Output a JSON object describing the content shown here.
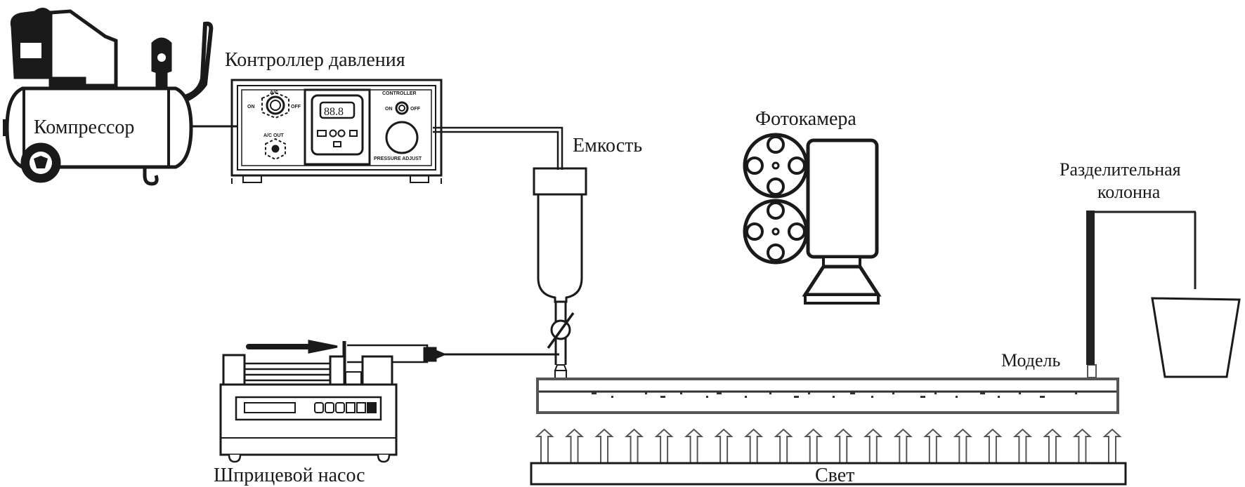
{
  "diagram": {
    "labels": {
      "compressor": "Компрессор",
      "pressure_controller": "Контроллер давления",
      "reservoir": "Емкость",
      "camera": "Фотокамера",
      "separation_column_line1": "Разделительная",
      "separation_column_line2": "колонна",
      "model": "Модель",
      "syringe_pump": "Шприцевой насос",
      "light": "Свет"
    },
    "controller_panel": {
      "display": "88.8",
      "switch_ac": "A/C",
      "on": "ON",
      "off": "OFF",
      "ac_out": "A/C OUT",
      "controller": "CONTROLLER",
      "pressure_adjust": "PRESSURE ADJUST"
    },
    "light_arrow_count": 20,
    "colors": {
      "ink": "#1a1a1a",
      "background": "#ffffff",
      "slab_line": "#555555"
    }
  }
}
